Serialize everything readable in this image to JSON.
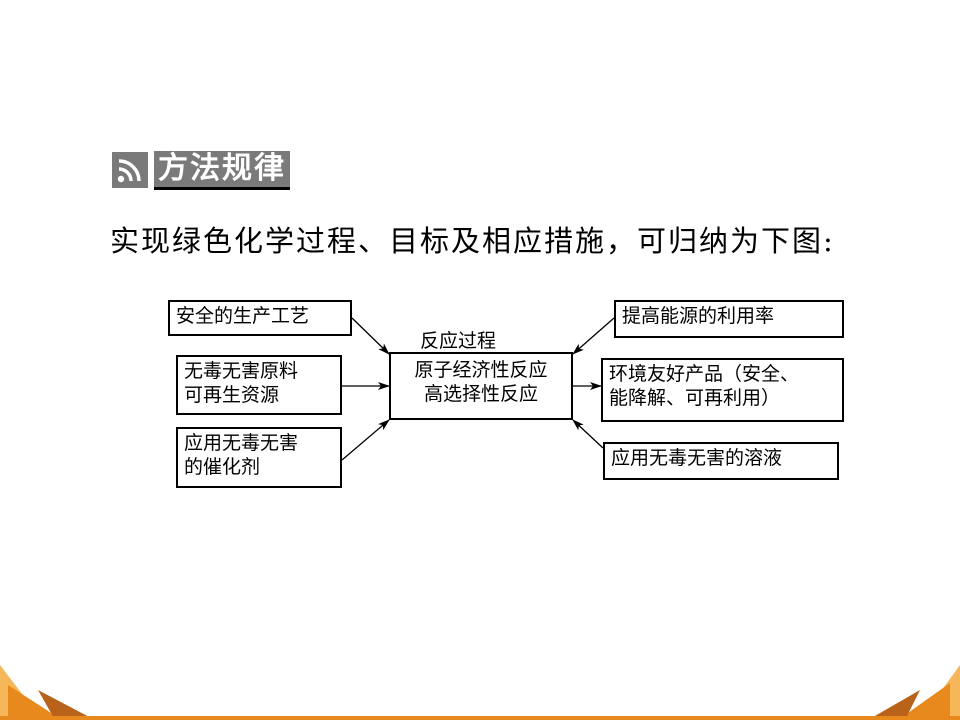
{
  "section": {
    "title": "方法规律",
    "icon": "rss-icon"
  },
  "intro": "实现绿色化学过程、目标及相应措施，可归纳为下图:",
  "diagram": {
    "left_boxes": [
      {
        "lines": [
          "安全的生产工艺"
        ]
      },
      {
        "lines": [
          "无毒无害原料",
          "可再生资源"
        ]
      },
      {
        "lines": [
          "应用无毒无害",
          "的催化剂"
        ]
      }
    ],
    "center_label": "反应过程",
    "center_box": {
      "lines": [
        "原子经济性反应",
        "高选择性反应"
      ]
    },
    "right_boxes": [
      {
        "lines": [
          "提高能源的利用率"
        ]
      },
      {
        "lines": [
          "环境友好产品（安全、",
          "能降解、可再利用）"
        ]
      },
      {
        "lines": [
          "应用无毒无害的溶液"
        ]
      }
    ]
  },
  "colors": {
    "heading_bg": "#7a7a7a",
    "deco_orange": "#e8891e",
    "deco_light": "#f5b75a",
    "deco_dark": "#b8621a"
  }
}
